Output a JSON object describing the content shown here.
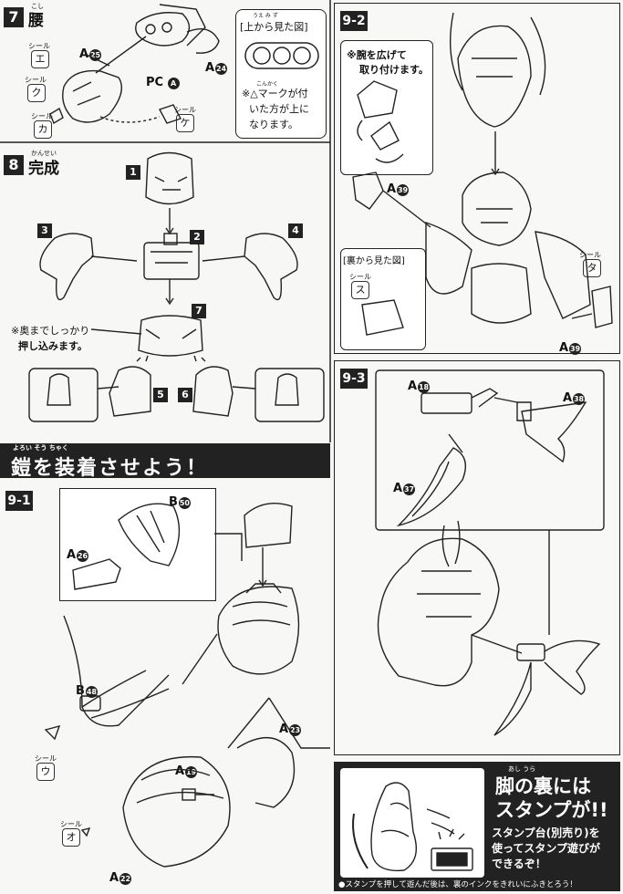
{
  "step7": {
    "number": "7",
    "title": "腰",
    "title_ruby": "こし",
    "labels": {
      "seal": "シール",
      "seal_e": "エ",
      "seal_ku": "ク",
      "seal_ka": "カ",
      "seal_ke": "ケ",
      "part_a25": "A",
      "a25_num": "25",
      "part_a24": "A",
      "a24_num": "24",
      "pc": "PC",
      "pc_mark": "A"
    },
    "inset": {
      "title": "[上から見た図]",
      "title_ruby": "うえ み ず",
      "note_line1": "※△マークが付",
      "note_line2": "いた方が上に",
      "note_line3": "なります。",
      "note_ruby": "こんかく"
    }
  },
  "step8": {
    "number": "8",
    "title": "完成",
    "title_ruby": "かんせい",
    "badges": [
      "1",
      "2",
      "3",
      "4",
      "5",
      "6",
      "7"
    ],
    "note_line1": "※奥までしっかり",
    "note_line2": "押し込みます。"
  },
  "banner": {
    "text": "鎧を装着させよう！",
    "ruby": "よろい そう ちゃく"
  },
  "step9_1": {
    "number": "9-1",
    "labels": {
      "b50": "B",
      "b50_num": "50",
      "a26": "A",
      "a26_num": "26",
      "b48": "B",
      "b48_num": "48",
      "seal": "シール",
      "seal_u": "ウ",
      "a23": "A",
      "a23_num": "23",
      "a19": "A",
      "a19_num": "19",
      "seal2": "シール",
      "seal_o": "オ",
      "a22": "A",
      "a22_num": "22"
    }
  },
  "step9_2": {
    "number": "9-2",
    "note_line1": "※腕を広げて",
    "note_line2": "取り付けます。",
    "labels": {
      "a39_top": "A",
      "a39_top_num": "39",
      "back_view": "[裏から見た図]",
      "seal": "シール",
      "seal_su": "ス",
      "seal_r": "シール",
      "seal_ta": "タ",
      "a39_bottom": "A",
      "a39_bottom_num": "39"
    }
  },
  "step9_3": {
    "number": "9-3",
    "labels": {
      "a18": "A",
      "a18_num": "18",
      "a38": "A",
      "a38_num": "38",
      "a37": "A",
      "a37_num": "37"
    }
  },
  "stamp": {
    "headline1": "脚の裏には",
    "headline2": "スタンプが!!",
    "headline_ruby": "あし うら",
    "body1": "スタンプ台(別売り)を",
    "body2": "使ってスタンプ遊びが",
    "body3": "できるぞ！",
    "footer": "●スタンプを押して遊んだ後は、裏のインクをきれいにふきとろう！"
  }
}
